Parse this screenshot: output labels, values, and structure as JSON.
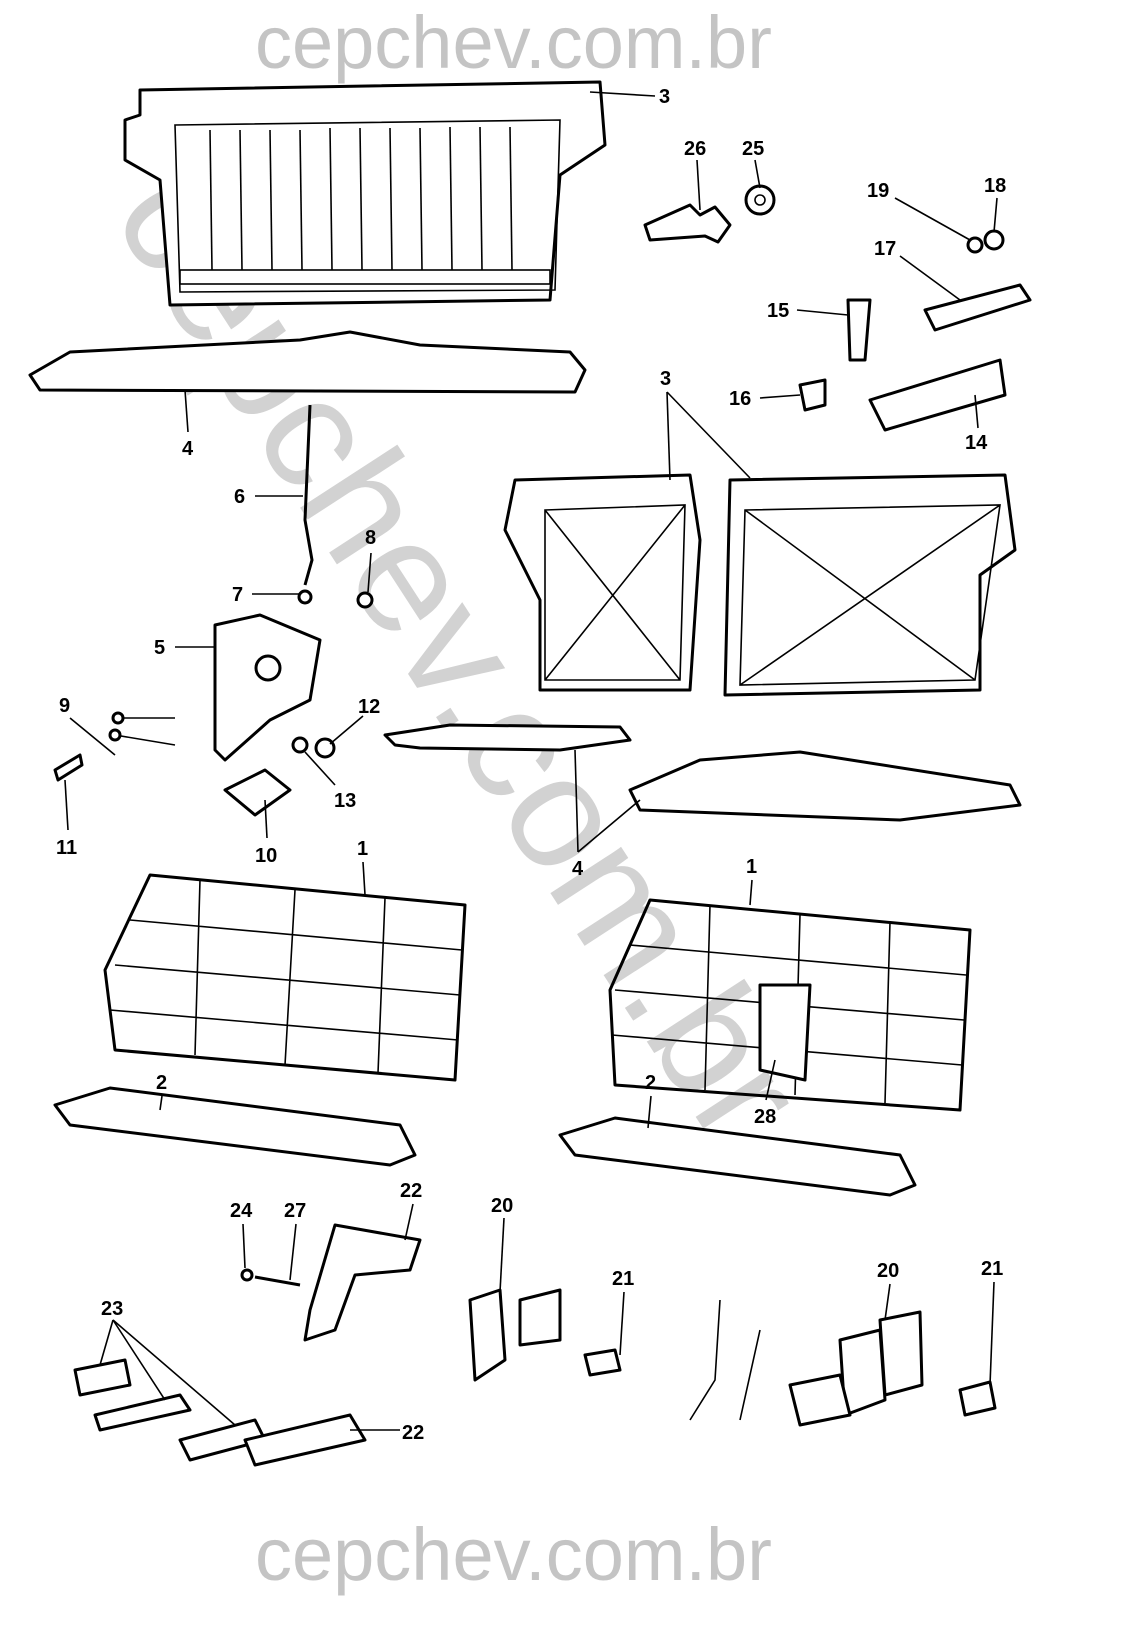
{
  "watermark": {
    "top": "cepchev.com.br",
    "diagonal": "cepchev.com.br",
    "bottom": "cepchev.com.br"
  },
  "callouts": {
    "c3a": "3",
    "c26": "26",
    "c25": "25",
    "c19": "19",
    "c18": "18",
    "c17": "17",
    "c15": "15",
    "c16": "16",
    "c14": "14",
    "c3b": "3",
    "c4a": "4",
    "c6": "6",
    "c8": "8",
    "c7": "7",
    "c5": "5",
    "c9": "9",
    "c12": "12",
    "c13": "13",
    "c11": "11",
    "c10": "10",
    "c4b": "4",
    "c1a": "1",
    "c1b": "1",
    "c2a": "2",
    "c2b": "2",
    "c28": "28",
    "c22a": "22",
    "c24": "24",
    "c27": "27",
    "c20a": "20",
    "c21a": "21",
    "c20b": "20",
    "c21b": "21",
    "c23": "23",
    "c22b": "22"
  }
}
